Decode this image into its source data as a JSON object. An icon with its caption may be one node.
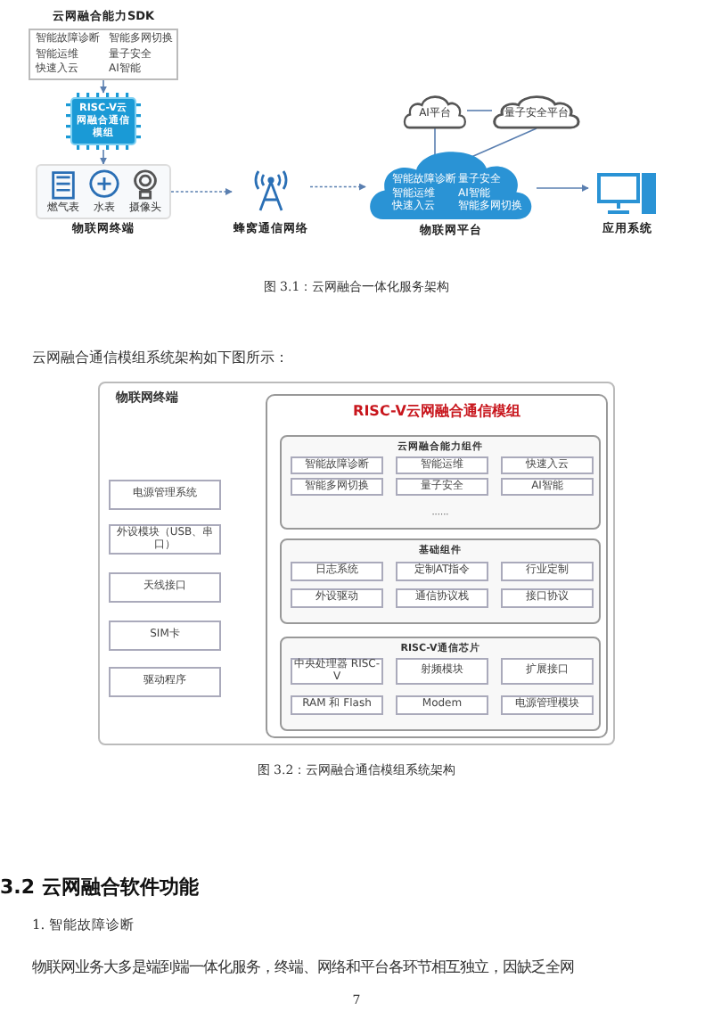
{
  "diagram": {
    "nodes": [
      {
        "text": [
          "云网融合能力SDK",
          "智能故障诊断",
          "智能多网切换",
          "智能运维",
          "量子安全",
          "快速入云",
          "AI智能"
        ]
      },
      {
        "text": [
          "RISC-V云网融合通信模组"
        ]
      },
      {
        "text": [
          "燃气表",
          "水表",
          "摄像头",
          "物联网终端"
        ]
      },
      {
        "text": [
          "蜂窝通信网络"
        ]
      },
      {
        "text": [
          "智能故障诊断",
          "量子安全",
          "智能运维",
          "AI智能",
          "快速入云",
          "智能多网切换",
          "物联网平台"
        ]
      },
      {
        "text": [
          "应用系统"
        ]
      },
      {
        "text": [
          "AI平台"
        ]
      },
      {
        "text": [
          "量子安全平台"
        ]
      },
      {
        "text": [
          "物联网终端"
        ]
      },
      {
        "text": [
          "电源管理系统"
        ],
        "in": 8
      },
      {
        "text": [
          "外设模块（USB、串口）"
        ],
        "in": 8
      },
      {
        "text": [
          "天线接口"
        ],
        "in": 8
      },
      {
        "text": [
          "SIM卡"
        ],
        "in": 8
      },
      {
        "text": [
          "驱动程序"
        ],
        "in": 8
      },
      {
        "text": [
          "RISC-V云网融合通信模组"
        ],
        "in": 8
      },
      {
        "text": [
          "云网融合能力组件",
          "······"
        ],
        "in": 14
      },
      {
        "text": [
          "智能故障诊断"
        ],
        "in": 15
      },
      {
        "text": [
          "智能运维"
        ],
        "in": 15
      },
      {
        "text": [
          "快速入云"
        ],
        "in": 15
      },
      {
        "text": [
          "智能多网切换"
        ],
        "in": 15
      },
      {
        "text": [
          "量子安全"
        ],
        "in": 15
      },
      {
        "text": [
          "AI智能"
        ],
        "in": 15
      },
      {
        "text": [
          "基础组件"
        ],
        "in": 14
      },
      {
        "text": [
          "日志系统"
        ],
        "in": 22
      },
      {
        "text": [
          "定制AT指令"
        ],
        "in": 22
      },
      {
        "text": [
          "行业定制"
        ],
        "in": 22
      },
      {
        "text": [
          "外设驱动"
        ],
        "in": 22
      },
      {
        "text": [
          "通信协议栈"
        ],
        "in": 22
      },
      {
        "text": [
          "接口协议"
        ],
        "in": 22
      },
      {
        "text": [
          "RISC-V通信芯片"
        ],
        "in": 14
      },
      {
        "text": [
          "中央处理器 RISC-V"
        ],
        "in": 29
      },
      {
        "text": [
          "射频模块"
        ],
        "in": 29
      },
      {
        "text": [
          "扩展接口"
        ],
        "in": 29
      },
      {
        "text": [
          "RAM 和 Flash"
        ],
        "in": 29
      },
      {
        "text": [
          "Modem"
        ],
        "in": 29
      },
      {
        "text": [
          "电源管理模块"
        ],
        "in": 29
      }
    ],
    "edges": [
      {
        "from": 0,
        "to": 1,
        "arrow": "to"
      },
      {
        "from": 1,
        "to": 2,
        "arrow": "to"
      },
      {
        "from": 2,
        "to": 3,
        "arrow": "to",
        "style": "dashed"
      },
      {
        "from": 3,
        "to": 4,
        "arrow": "to",
        "style": "dashed"
      },
      {
        "from": 4,
        "to": 5,
        "arrow": "to"
      },
      {
        "from": 6,
        "to": 7,
        "arrow": "none"
      },
      {
        "from": 6,
        "to": 4,
        "arrow": "none"
      },
      {
        "from": 7,
        "to": 4,
        "arrow": "none"
      }
    ],
    "labels": [
      "图 3.1：云网融合一体化服务架构",
      "云网融合通信模组系统架构如下图所示：",
      "图 3.2：云网融合通信模组系统架构",
      "3.2 云网融合软件功能",
      "1. 智能故障诊断",
      "物联网业务大多是端到端一体化服务，终端、网络和平台各环节相互独立，因缺乏全网",
      "7"
    ]
  }
}
